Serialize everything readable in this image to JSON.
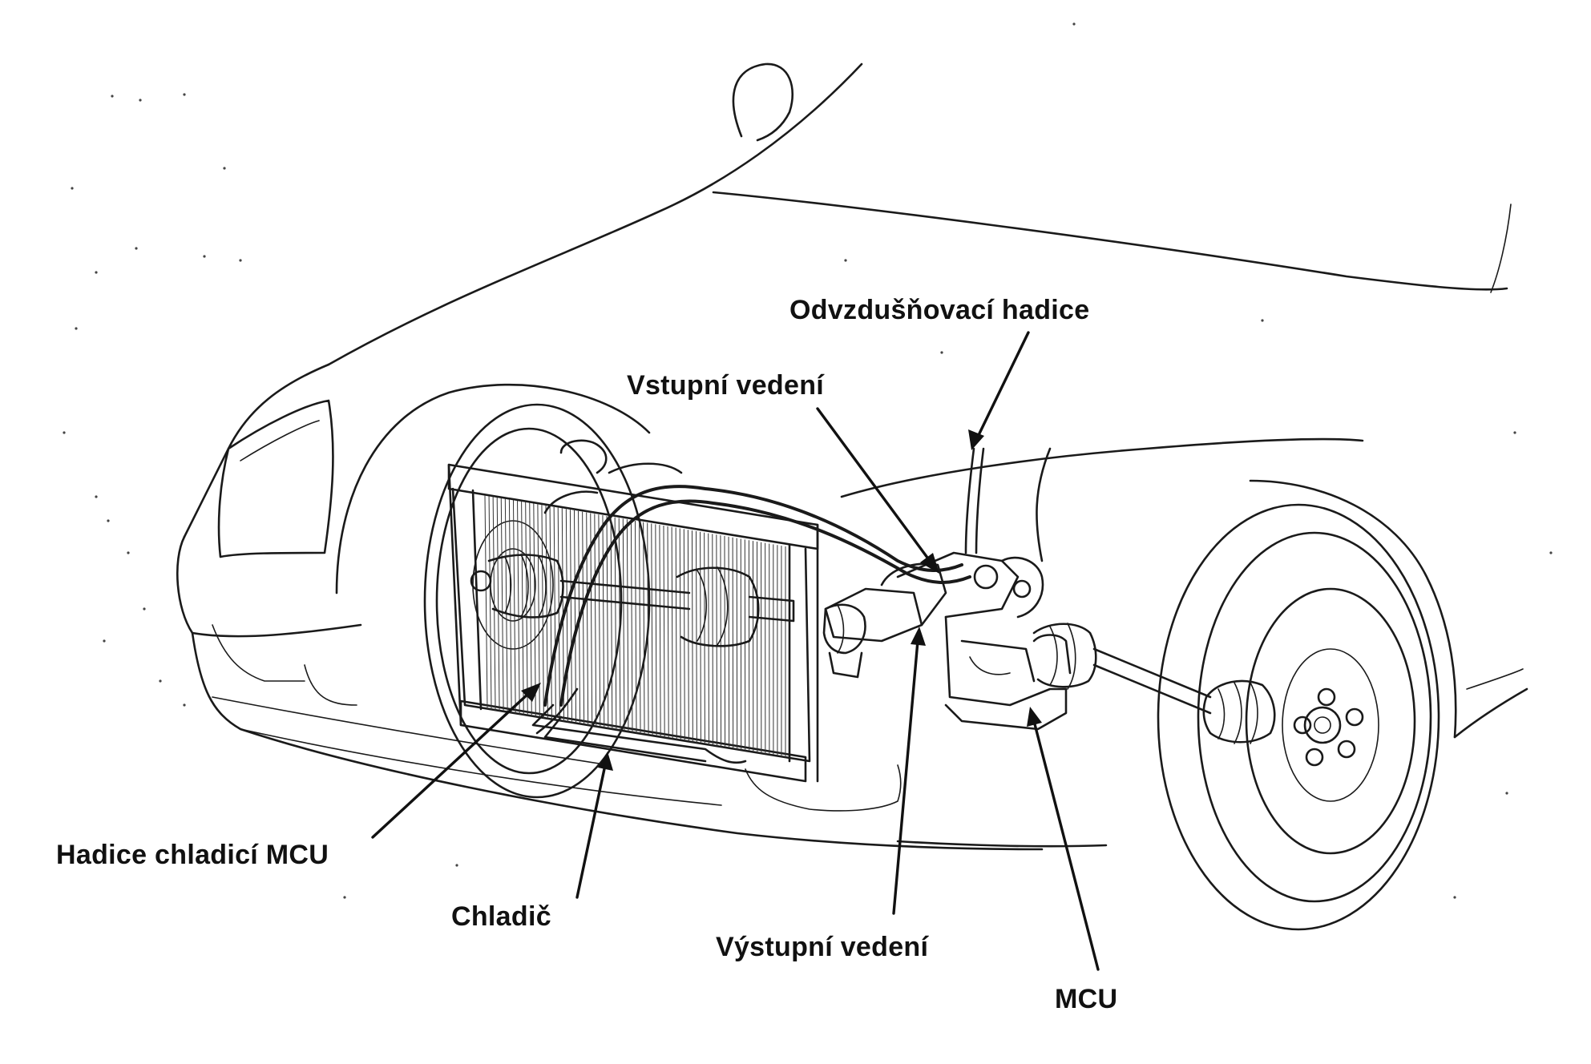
{
  "labels": {
    "odvzdusnovaci_hadice": "Odvzdušňovací hadice",
    "vstupni_vedeni": "Vstupní vedení",
    "hadice_chladici_mcu": "Hadice chladicí MCU",
    "chladic": "Chladič",
    "vystupni_vedeni": "Výstupní vedení",
    "mcu": "MCU"
  },
  "colors": {
    "ink": "#1a1a1a",
    "background": "#ffffff"
  }
}
